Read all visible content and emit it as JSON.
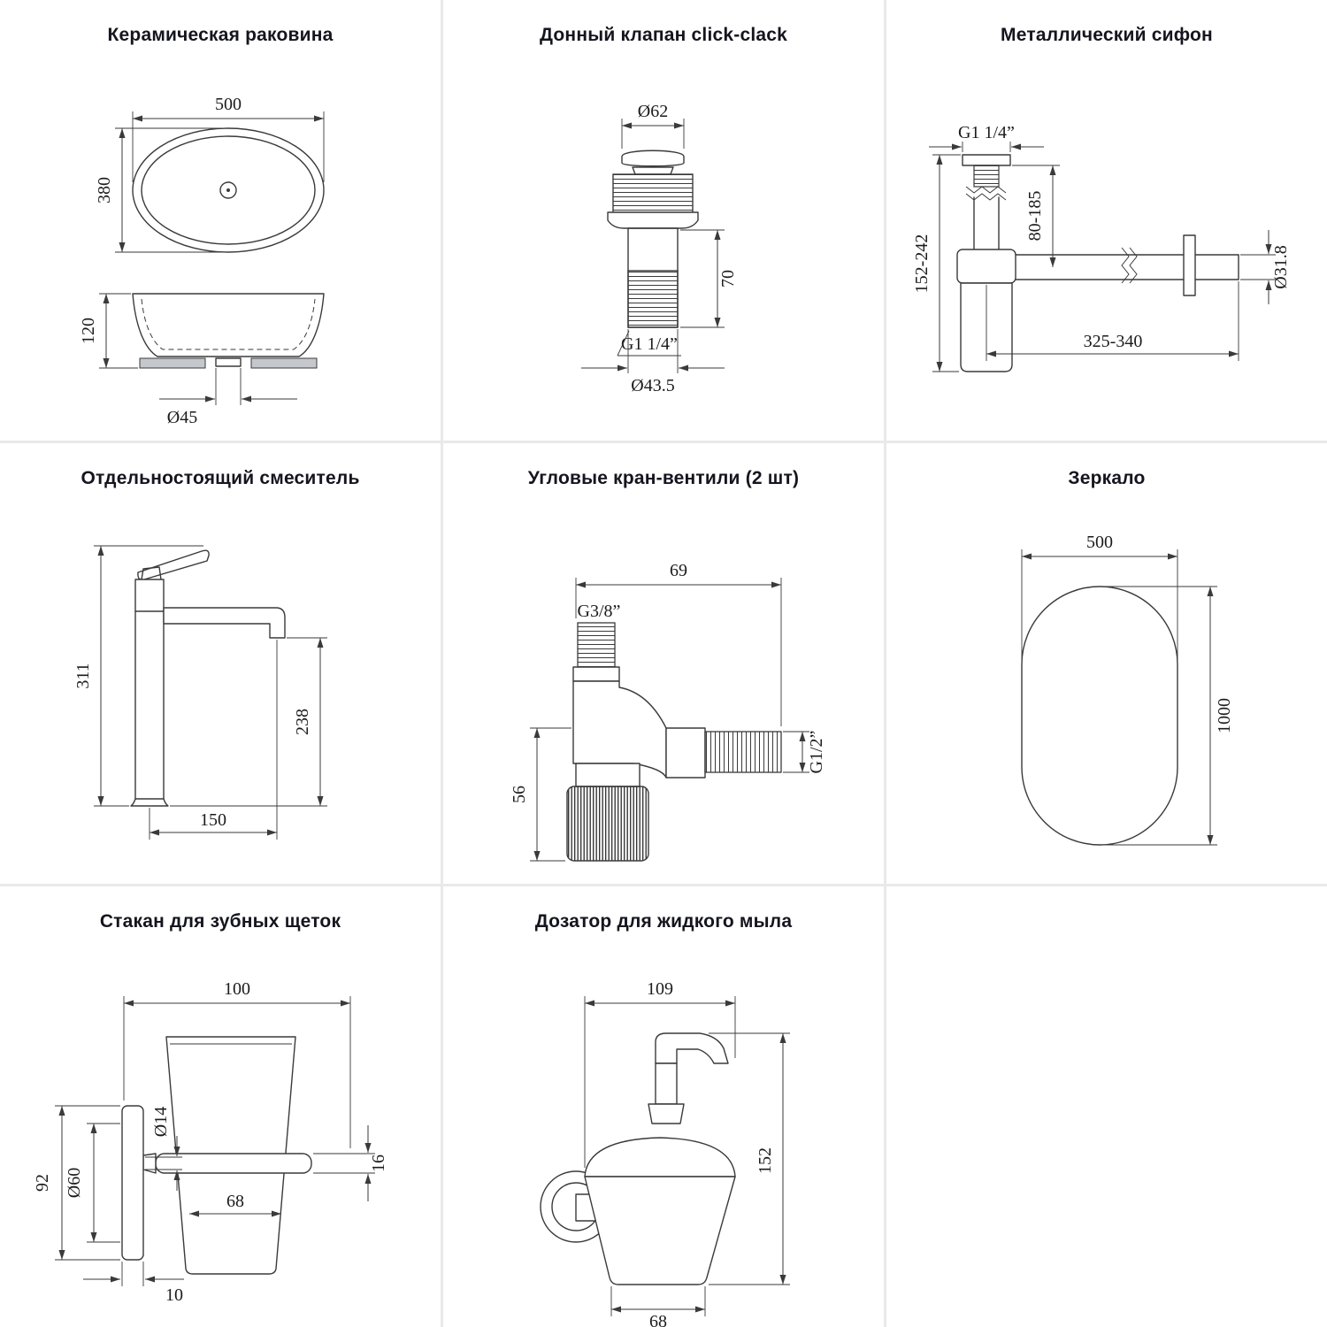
{
  "panels": {
    "sink": {
      "title": "Керамическая раковина",
      "dim_width": "500",
      "dim_depth": "380",
      "dim_height": "120",
      "dim_drain": "Ø45"
    },
    "drain_valve": {
      "title": "Донный клапан click-clack",
      "dim_cap": "Ø62",
      "dim_height": "70",
      "dim_thread": "G1 1/4”",
      "dim_bottom": "Ø43.5"
    },
    "siphon": {
      "title": "Металлический сифон",
      "dim_thread": "G1 1/4”",
      "dim_inlet_range": "80-185",
      "dim_total_range": "152-242",
      "dim_pipe": "Ø31.8",
      "dim_length": "325-340"
    },
    "mixer": {
      "title": "Отдельностоящий смеситель",
      "dim_total_height": "311",
      "dim_spout_height": "238",
      "dim_reach": "150"
    },
    "angle_valves": {
      "title": "Угловые кран-вентили (2 шт)",
      "dim_width": "69",
      "dim_inlet_thread": "G3/8”",
      "dim_outlet_thread": "G1/2”",
      "dim_height": "56"
    },
    "mirror": {
      "title": "Зеркало",
      "dim_width": "500",
      "dim_height": "1000"
    },
    "tumbler": {
      "title": "Стакан для зубных щеток",
      "dim_width": "100",
      "dim_height": "92",
      "dim_plate": "Ø60",
      "dim_arm": "Ø14",
      "dim_ring": "16",
      "dim_cup": "68",
      "dim_plate_thickness": "10"
    },
    "dispenser": {
      "title": "Дозатор для жидкого мыла",
      "dim_width": "109",
      "dim_height": "152",
      "dim_body": "68"
    }
  }
}
